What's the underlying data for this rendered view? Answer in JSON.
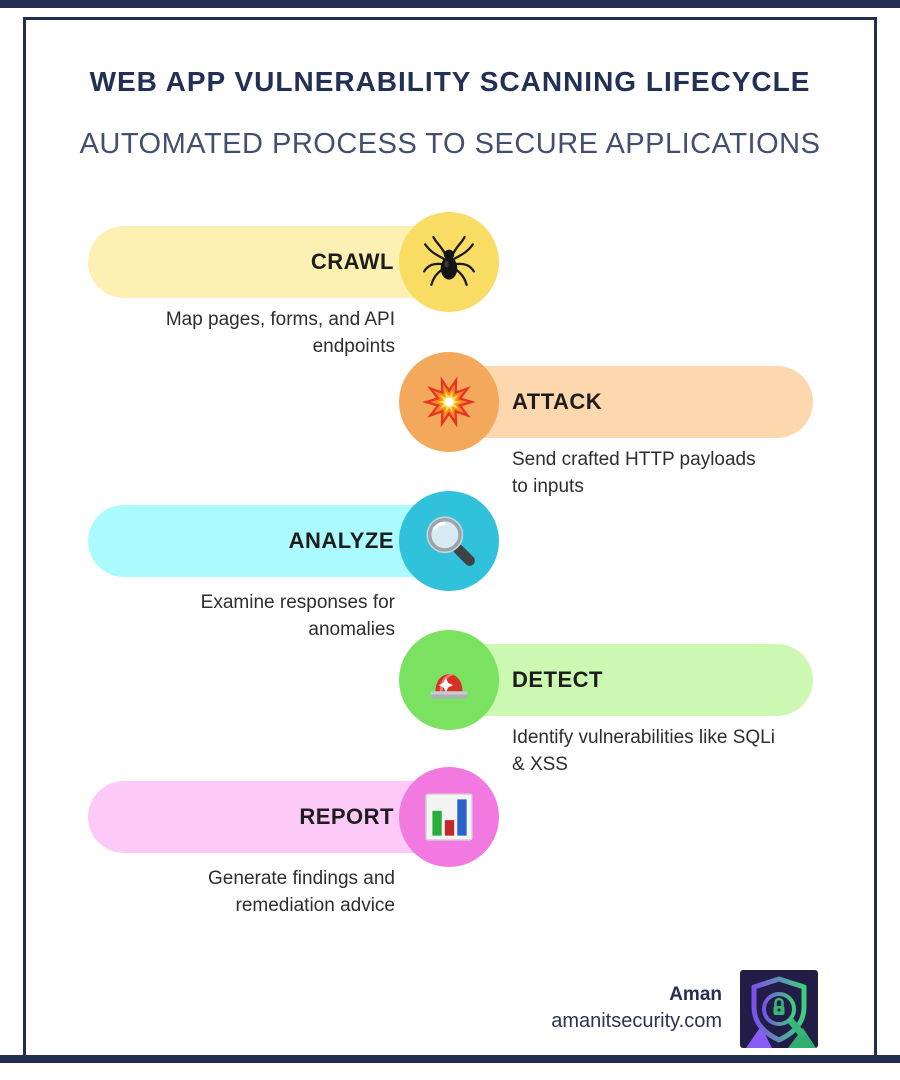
{
  "page": {
    "title": "WEB APP VULNERABILITY SCANNING LIFECYCLE",
    "subtitle": "AUTOMATED PROCESS TO SECURE APPLICATIONS"
  },
  "stages": [
    {
      "label": "CRAWL",
      "description": "Map pages, forms, and API endpoints",
      "side": "left",
      "icon": "spider-icon",
      "pill_color": "#FDF0B3",
      "circle_color": "#F9DC64"
    },
    {
      "label": "ATTACK",
      "description": "Send crafted HTTP payloads to inputs",
      "side": "right",
      "icon": "explosion-icon",
      "pill_color": "#FDD7AE",
      "circle_color": "#F4A85C"
    },
    {
      "label": "ANALYZE",
      "description": "Examine responses for anomalies",
      "side": "left",
      "icon": "magnifying-glass-icon",
      "pill_color": "#ABFAFE",
      "circle_color": "#30C1DB"
    },
    {
      "label": "DETECT",
      "description": "Identify vulnerabilities like SQLi & XSS",
      "side": "right",
      "icon": "siren-icon",
      "pill_color": "#CCF8B2",
      "circle_color": "#7AE161"
    },
    {
      "label": "REPORT",
      "description": "Generate findings and remediation advice",
      "side": "left",
      "icon": "bar-chart-icon",
      "pill_color": "#FDC9F7",
      "circle_color": "#F279DF"
    }
  ],
  "footer": {
    "author": "Aman",
    "website": "amanitsecurity.com"
  },
  "colors": {
    "frame": "#222D52",
    "title": "#223056",
    "subtitle": "#42506E",
    "label_text": "#1D1D1D",
    "desc_text": "#2E2E2E"
  }
}
